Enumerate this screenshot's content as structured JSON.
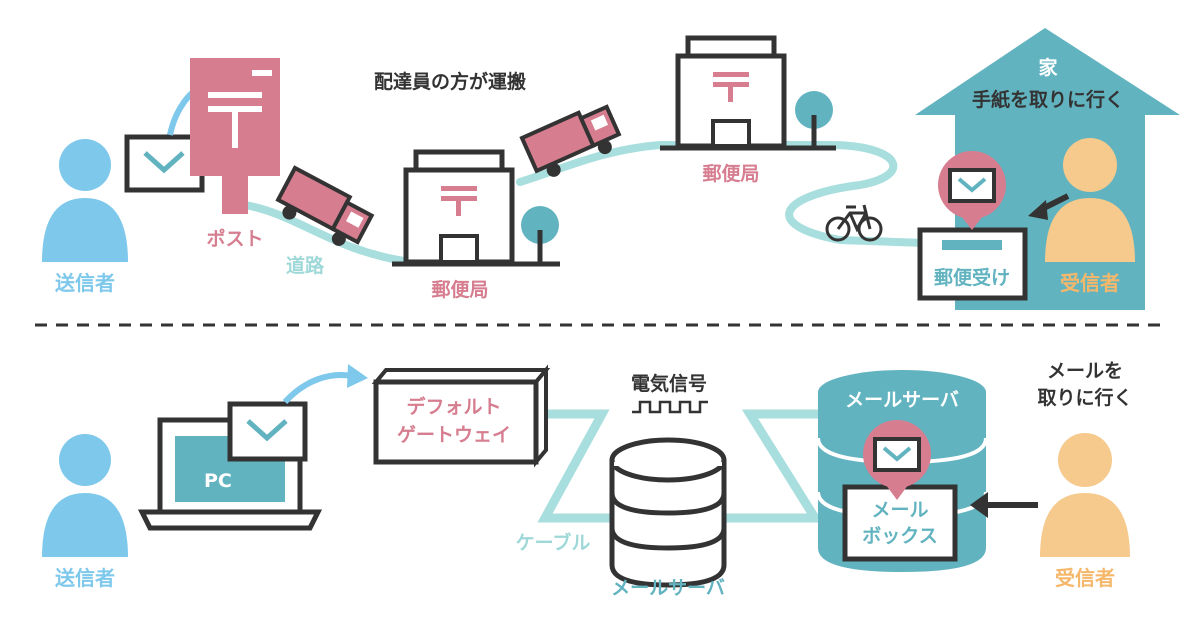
{
  "colors": {
    "blue": "#7ec8ec",
    "pink": "#d67d8f",
    "teal": "#62b3c0",
    "road": "#a8dede",
    "orange": "#f6c98c",
    "dark": "#333333"
  },
  "postal": {
    "sender": "送信者",
    "post": "ポスト",
    "road": "道路",
    "carrier": "配達員の方が運搬",
    "post_office_1": "郵便局",
    "post_office_2": "郵便局",
    "house": "家",
    "fetch_letter": "手紙を取りに行く",
    "mailbox": "郵便受け",
    "receiver": "受信者"
  },
  "email": {
    "sender": "送信者",
    "pc": "PC",
    "gateway_line1": "デフォルト",
    "gateway_line2": "ゲートウェイ",
    "signal": "電気信号",
    "cable": "ケーブル",
    "server_center": "メールサーバ",
    "server_right": "メールサーバ",
    "mailbox_line1": "メール",
    "mailbox_line2": "ボックス",
    "fetch_mail_line1": "メールを",
    "fetch_mail_line2": "取りに行く",
    "receiver": "受信者"
  },
  "icons": [
    "person-icon",
    "envelope-icon",
    "mail-post-icon",
    "truck-icon",
    "post-office-icon",
    "tree-icon",
    "bicycle-icon",
    "house-icon",
    "laptop-icon",
    "database-icon",
    "arrow-icon"
  ]
}
